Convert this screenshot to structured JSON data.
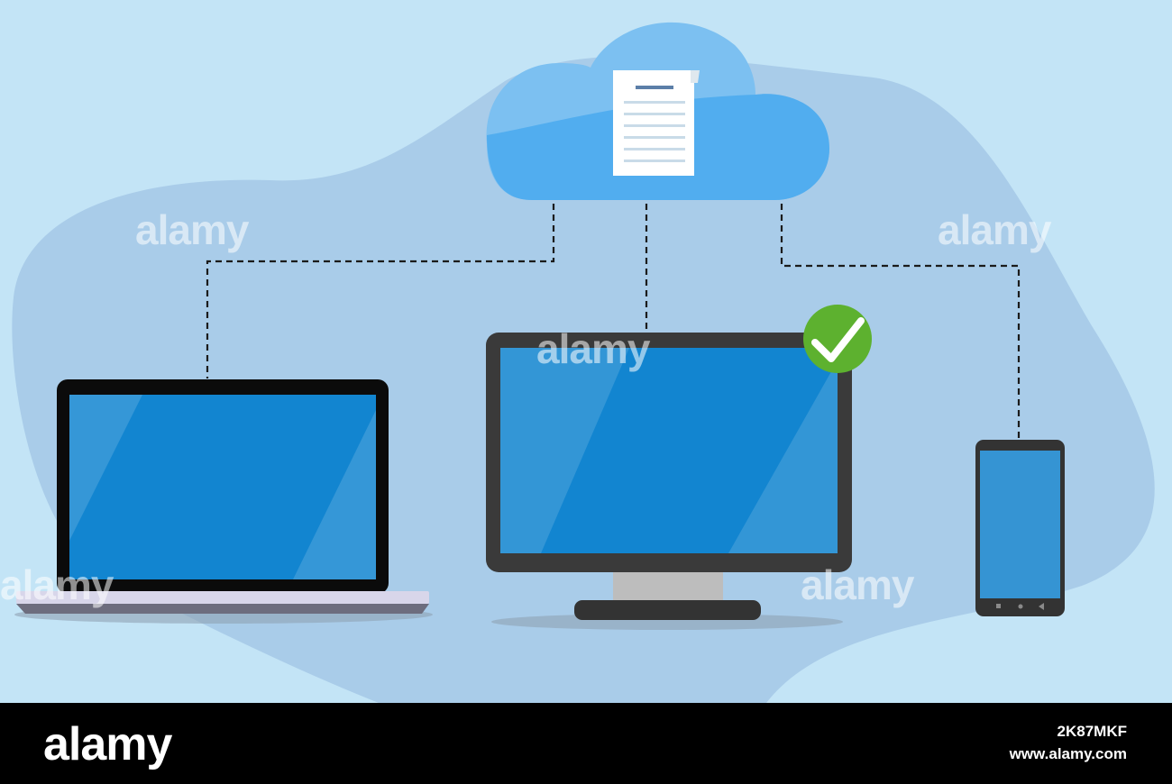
{
  "colors": {
    "background": "#c3e4f6",
    "blob": "#a9cce9",
    "cloud_light": "#72b9ee",
    "cloud_dark": "#4aa9ef",
    "screen_blue": "#1285d0",
    "device_frame": "#3a3a3a",
    "check_green": "#5db12f",
    "footer_bg": "#000000"
  },
  "scene": {
    "cloud": {
      "icon": "cloud-icon",
      "document_icon": "document-icon"
    },
    "devices": [
      {
        "name": "laptop",
        "icon": "laptop-icon"
      },
      {
        "name": "desktop-monitor",
        "icon": "monitor-icon",
        "status_icon": "checkmark-icon"
      },
      {
        "name": "smartphone",
        "icon": "phone-icon"
      }
    ],
    "watermark": "alamy"
  },
  "footer": {
    "brand": "alamy",
    "image_id": "2K87MKF",
    "site": "www.alamy.com"
  }
}
